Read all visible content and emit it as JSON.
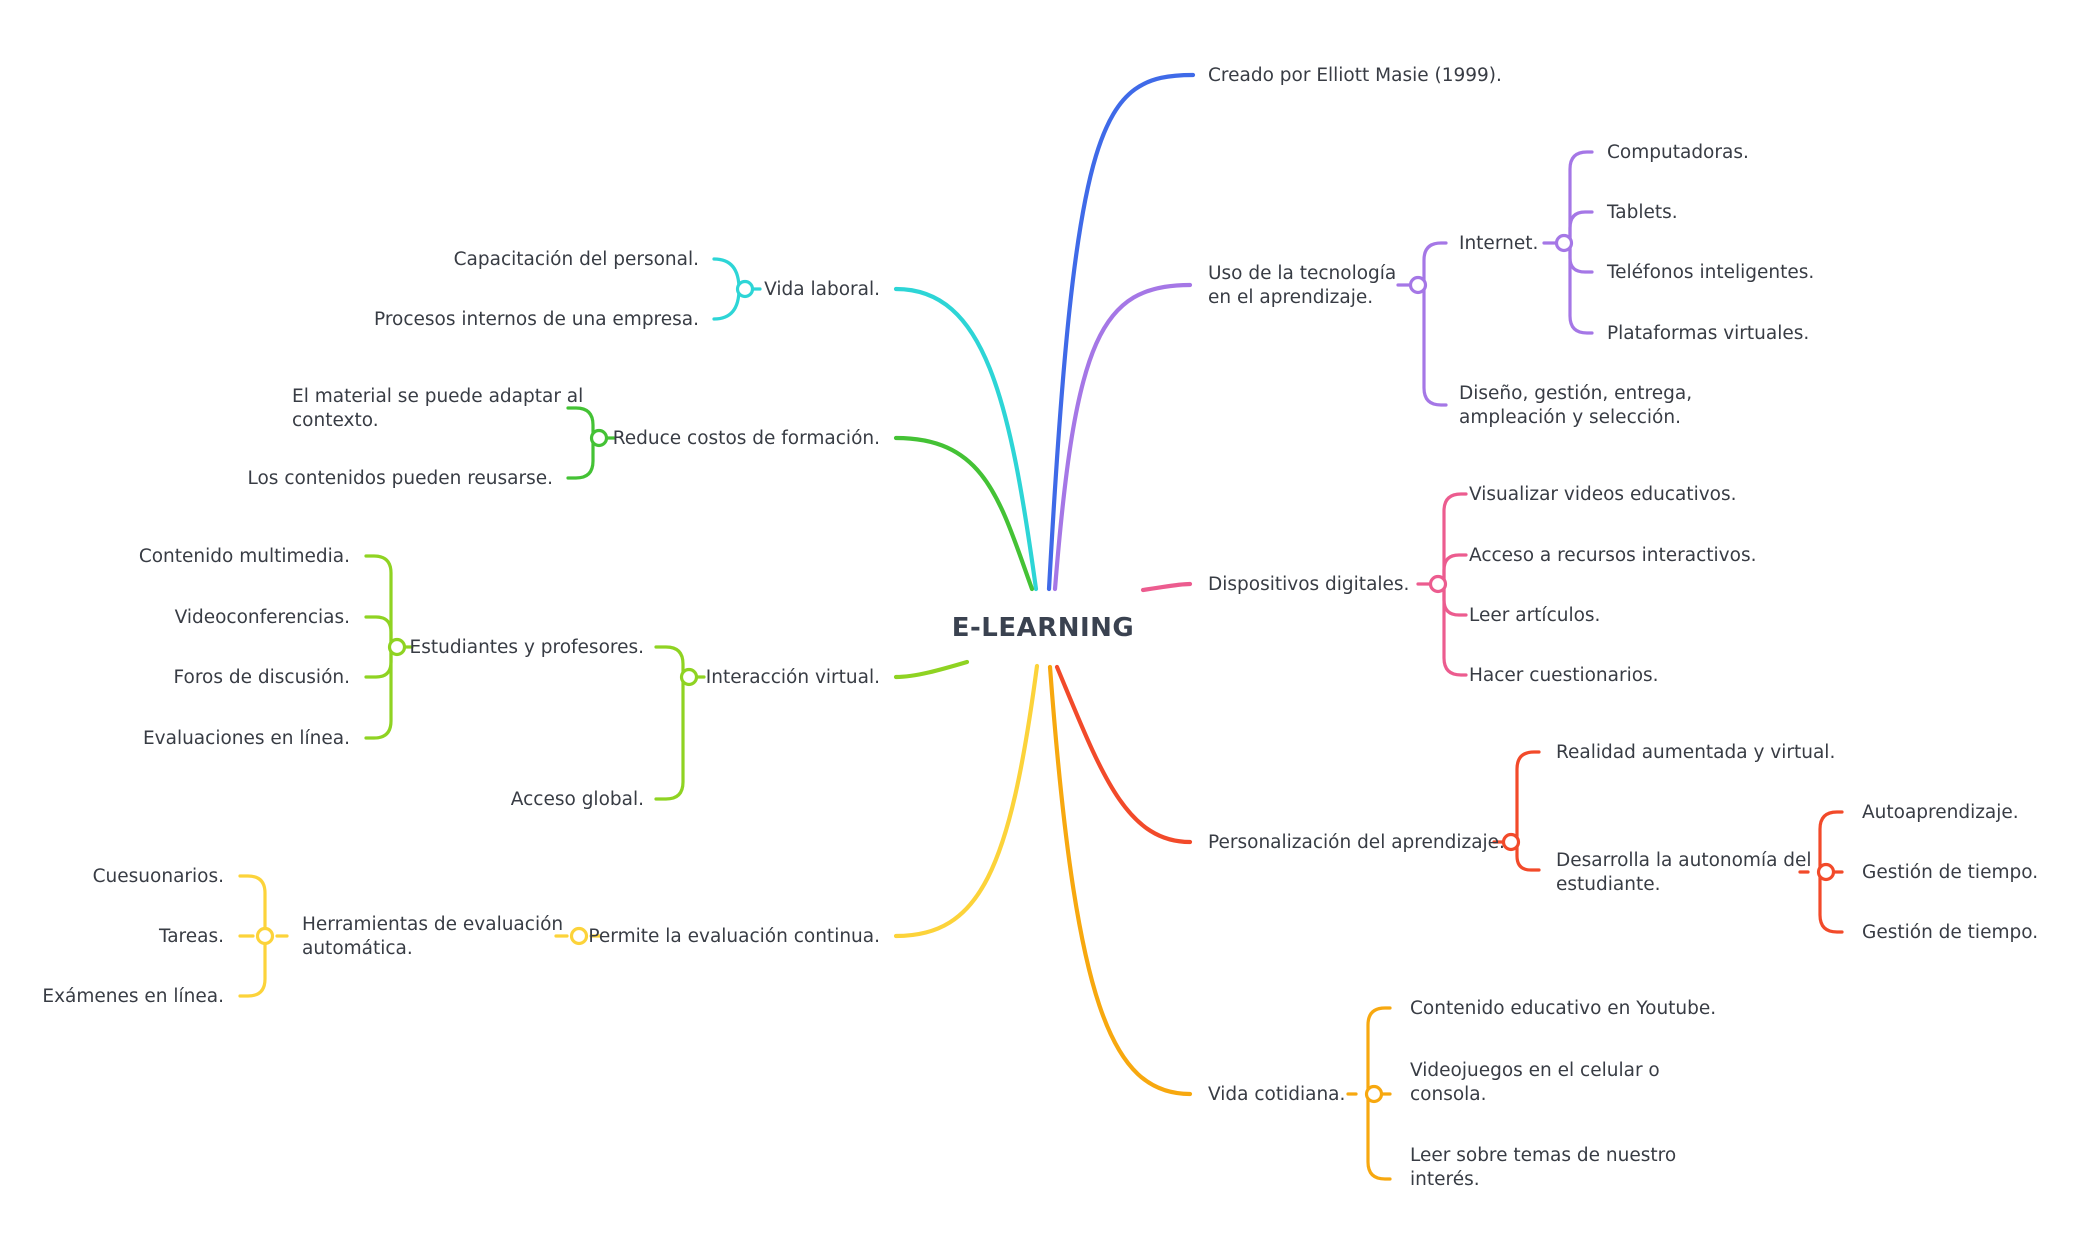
{
  "colors": {
    "blue": "#3f6ae8",
    "purple": "#a577e6",
    "pink": "#ec5c8f",
    "red": "#f24a2a",
    "orange": "#f7a80f",
    "yellow": "#fcd33a",
    "lime": "#8fd322",
    "green": "#44c235",
    "cyan": "#2dd5d6",
    "text": "#383c44"
  },
  "center": "E-LEARNING",
  "right": {
    "creado": "Creado por Elliott Masie (1999).",
    "uso": [
      "Uso de la tecnología",
      "en el aprendizaje."
    ],
    "internet": "Internet.",
    "internet_items": [
      "Computadoras.",
      "Tablets.",
      "Teléfonos inteligentes.",
      "Plataformas virtuales."
    ],
    "diseno": [
      "Diseño, gestión, entrega,",
      "ampleación y selección."
    ],
    "dispositivos": "Dispositivos digitales.",
    "dispositivos_items": [
      "Visualizar videos educativos.",
      "Acceso a recursos interactivos.",
      "Leer artículos.",
      "Hacer cuestionarios."
    ],
    "personalizacion": "Personalización del aprendizaje.",
    "realidad": "Realidad aumentada y virtual.",
    "autonomia": [
      "Desarrolla la autonomía del",
      "estudiante."
    ],
    "autonomia_items": [
      "Autoaprendizaje.",
      "Gestión de tiempo.",
      "Gestión de tiempo."
    ],
    "cotidiana": "Vida cotidiana.",
    "cotidiana_items": [
      "Contenido educativo en Youtube."
    ],
    "videojuegos": [
      "Videojuegos en el celular o",
      "consola."
    ],
    "leer": [
      "Leer sobre temas de nuestro",
      "interés."
    ]
  },
  "left": {
    "laboral": "Vida laboral.",
    "laboral_items": [
      "Capacitación del personal.",
      "Procesos internos de una empresa."
    ],
    "costos": "Reduce costos de formación.",
    "material": [
      "El material se puede adaptar al",
      "contexto."
    ],
    "reusar": "Los contenidos pueden reusarse.",
    "interaccion": "Interacción virtual.",
    "estudiantes": "Estudiantes y profesores.",
    "estudiantes_items": [
      "Contenido multimedia.",
      "Videoconferencias.",
      "Foros de discusión.",
      "Evaluaciones en línea."
    ],
    "global": "Acceso global.",
    "evaluacion": "Permite la evaluación continua.",
    "herramientas": [
      "Herramientas de evaluación",
      "automática."
    ],
    "herramientas_items": [
      "Cuesuonarios.",
      "Tareas.",
      "Exámenes en línea."
    ]
  }
}
